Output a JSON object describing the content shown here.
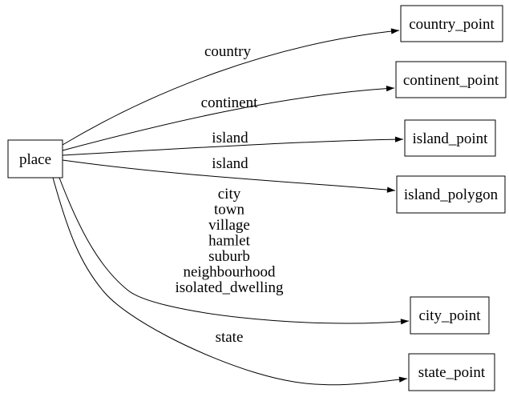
{
  "diagram": {
    "type": "directed-graph",
    "background_color": "#ffffff",
    "node_border_color": "#000000",
    "edge_color": "#000000",
    "text_color": "#000000",
    "nodes": {
      "place": {
        "label": "place"
      },
      "country_point": {
        "label": "country_point"
      },
      "continent_point": {
        "label": "continent_point"
      },
      "island_point": {
        "label": "island_point"
      },
      "island_polygon": {
        "label": "island_polygon"
      },
      "city_point": {
        "label": "city_point"
      },
      "state_point": {
        "label": "state_point"
      }
    },
    "edges": [
      {
        "from": "place",
        "to": "country_point",
        "label": "country"
      },
      {
        "from": "place",
        "to": "continent_point",
        "label": "continent"
      },
      {
        "from": "place",
        "to": "island_point",
        "label": "island"
      },
      {
        "from": "place",
        "to": "island_polygon",
        "label": "island"
      },
      {
        "from": "place",
        "to": "city_point",
        "label_lines": [
          "city",
          "town",
          "village",
          "hamlet",
          "suburb",
          "neighbourhood",
          "isolated_dwelling"
        ]
      },
      {
        "from": "place",
        "to": "state_point",
        "label": "state"
      }
    ]
  }
}
